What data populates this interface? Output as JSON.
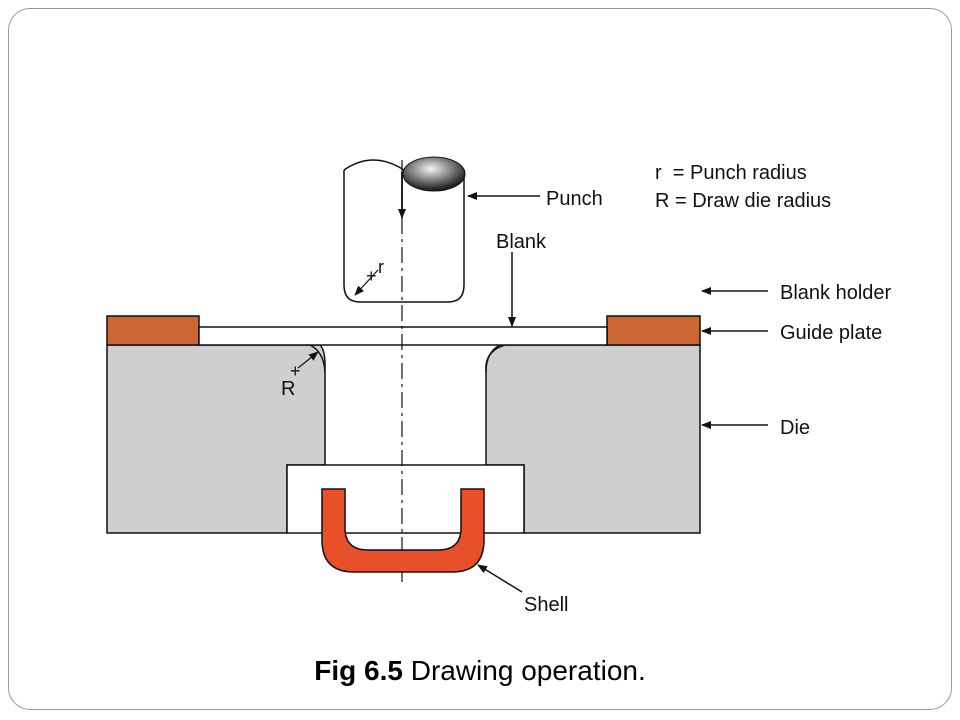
{
  "legend": {
    "r_line": "r  = Punch radius",
    "R_line": "R = Draw die radius"
  },
  "labels": {
    "punch": "Punch",
    "blank": "Blank",
    "blank_holder": "Blank holder",
    "guide_plate": "Guide plate",
    "die": "Die",
    "shell": "Shell",
    "r": "r",
    "R": "R"
  },
  "caption": {
    "fig_number": "Fig 6.5",
    "title": "Drawing operation."
  },
  "colors": {
    "guide_plate": "#cc6633",
    "shell": "#e8502a",
    "die": "#cfcfcf",
    "line": "#111111"
  }
}
